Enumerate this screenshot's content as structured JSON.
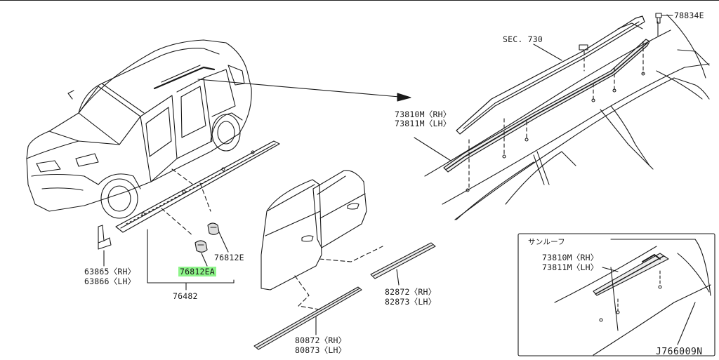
{
  "labels": {
    "sec730": "SEC. 730",
    "p78834E": "78834E",
    "p73810M_rh": "73810M〈RH〉",
    "p73811M_lh": "73811M〈LH〉",
    "p63865_rh": "63865〈RH〉",
    "p63866_lh": "63866〈LH〉",
    "p76812E": "76812E",
    "p76812EA": "76812EA",
    "p76482": "76482",
    "p82872_rh": "82872〈RH〉",
    "p82873_lh": "82873〈LH〉",
    "p80872_rh": "80872〈RH〉",
    "p80873_lh": "80873〈LH〉",
    "inset_title": "サンルーフ",
    "inset_73810M_rh": "73810M〈RH〉",
    "inset_73811M_lh": "73811M〈LH〉",
    "ref_code": "J766009N"
  },
  "colors": {
    "line": "#1a1a1a",
    "highlight": "#8ef58a",
    "background": "#ffffff"
  }
}
